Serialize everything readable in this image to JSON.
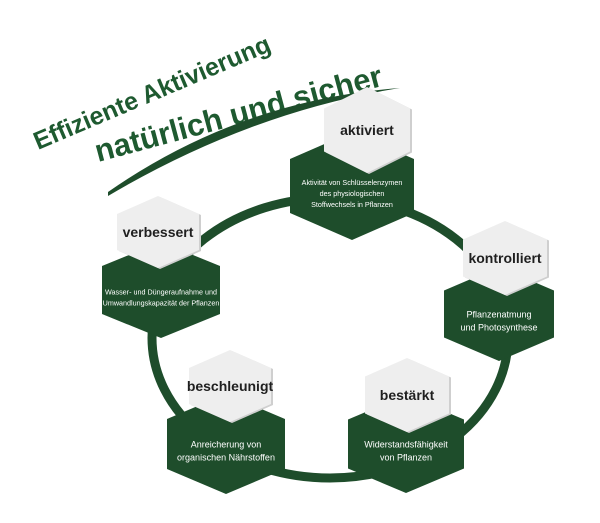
{
  "headline": {
    "line1": "Effiziente Aktivierung",
    "line2": "natürlich und sicher"
  },
  "colors": {
    "green_dark": "#1e4d2b",
    "green_text": "#1e5a30",
    "hex_light": "#eeeeee",
    "hex_light_shadow": "#cfcfcf"
  },
  "stages": [
    {
      "label": "aktiviert",
      "description": [
        "Aktivität von Schlüsselenzymen",
        "des physiologischen",
        "Stoffwechsels in Pflanzen"
      ]
    },
    {
      "label": "kontrolliert",
      "description": [
        "Pflanzenatmung",
        "und Photosynthese"
      ]
    },
    {
      "label": "bestärkt",
      "description": [
        "Widerstandsfähigkeit",
        "von Pflanzen"
      ]
    },
    {
      "label": "beschleunigt",
      "description": [
        "Anreicherung von",
        "organischen Nährstoffen"
      ]
    },
    {
      "label": "verbessert",
      "description": [
        "Wasser- und Düngeraufnahme und",
        "Umwandlungskapazität der Pflanzen"
      ]
    }
  ]
}
